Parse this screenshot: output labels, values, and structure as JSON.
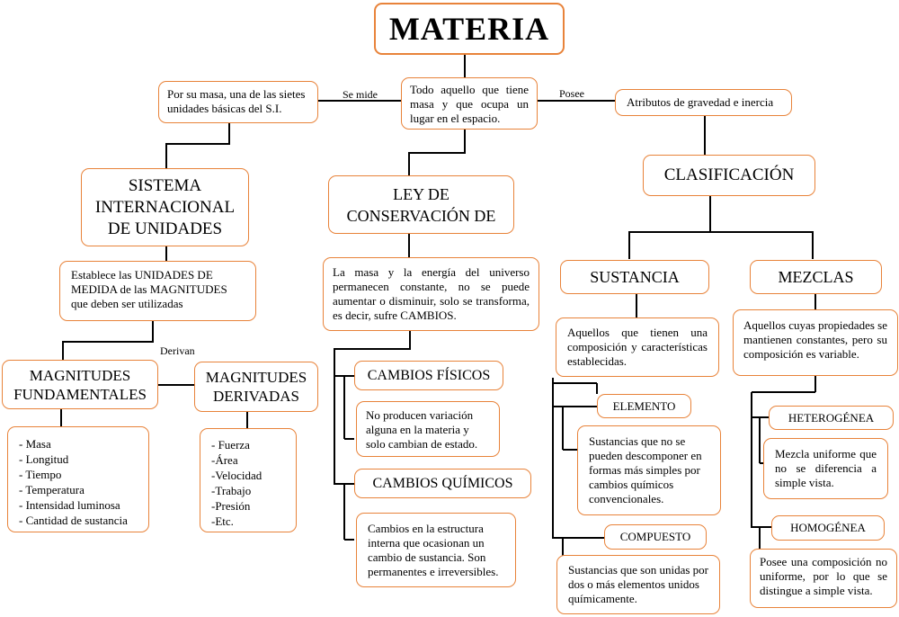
{
  "root": "MATERIA",
  "definition": "Todo aquello que tiene masa y que ocupa un lugar en el espacio.",
  "links": {
    "se_mide": "Se mide",
    "posee": "Posee",
    "derivan": "Derivan"
  },
  "measure_note": "Por su masa, una de las sietes unidades básicas del S.I.",
  "attributes": "Atributos de gravedad e inercia",
  "si": {
    "title": "SISTEMA INTERNACIONAL DE UNIDADES",
    "desc": "Establece las UNIDADES DE MEDIDA de las MAGNITUDES que deben ser utilizadas",
    "fundamental": {
      "title": "MAGNITUDES FUNDAMENTALES",
      "items": [
        "- Masa",
        "- Longitud",
        "- Tiempo",
        "- Temperatura",
        "- Intensidad luminosa",
        "- Cantidad de sustancia"
      ]
    },
    "derived": {
      "title": "MAGNITUDES DERIVADAS",
      "items": [
        "- Fuerza",
        "-Área",
        "-Velocidad",
        "-Trabajo",
        "-Presión",
        "-Etc."
      ]
    }
  },
  "law": {
    "title": "LEY DE CONSERVACIÓN DE",
    "desc": "La masa y la energía del universo permanecen constante, no se puede aumentar o disminuir, solo se transforma, es decir, sufre CAMBIOS.",
    "physical": {
      "title": "CAMBIOS FÍSICOS",
      "desc": "No producen variación alguna en la materia y solo cambian de estado."
    },
    "chemical": {
      "title": "CAMBIOS QUÍMICOS",
      "desc": "Cambios en la estructura interna que ocasionan un cambio de sustancia. Son permanentes e irreversibles."
    }
  },
  "classification": {
    "title": "CLASIFICACIÓN",
    "substance": {
      "title": "SUSTANCIA",
      "desc": "Aquellos que tienen una composición y características establecidas.",
      "element": {
        "title": "ELEMENTO",
        "desc": "Sustancias que no se pueden descomponer en formas más simples por cambios químicos convencionales."
      },
      "compound": {
        "title": "COMPUESTO",
        "desc": "Sustancias que son unidas por dos o más elementos unidos químicamente."
      }
    },
    "mixtures": {
      "title": "MEZCLAS",
      "desc": "Aquellos cuyas propiedades se mantienen constantes, pero su composición es variable.",
      "heterogeneous": {
        "title": "HETEROGÉNEA",
        "desc": "Mezcla uniforme que no se diferencia a simple vista."
      },
      "homogeneous": {
        "title": "HOMOGÉNEA",
        "desc": "Posee una composición no uniforme, por lo que se distingue a simple vista."
      }
    }
  }
}
